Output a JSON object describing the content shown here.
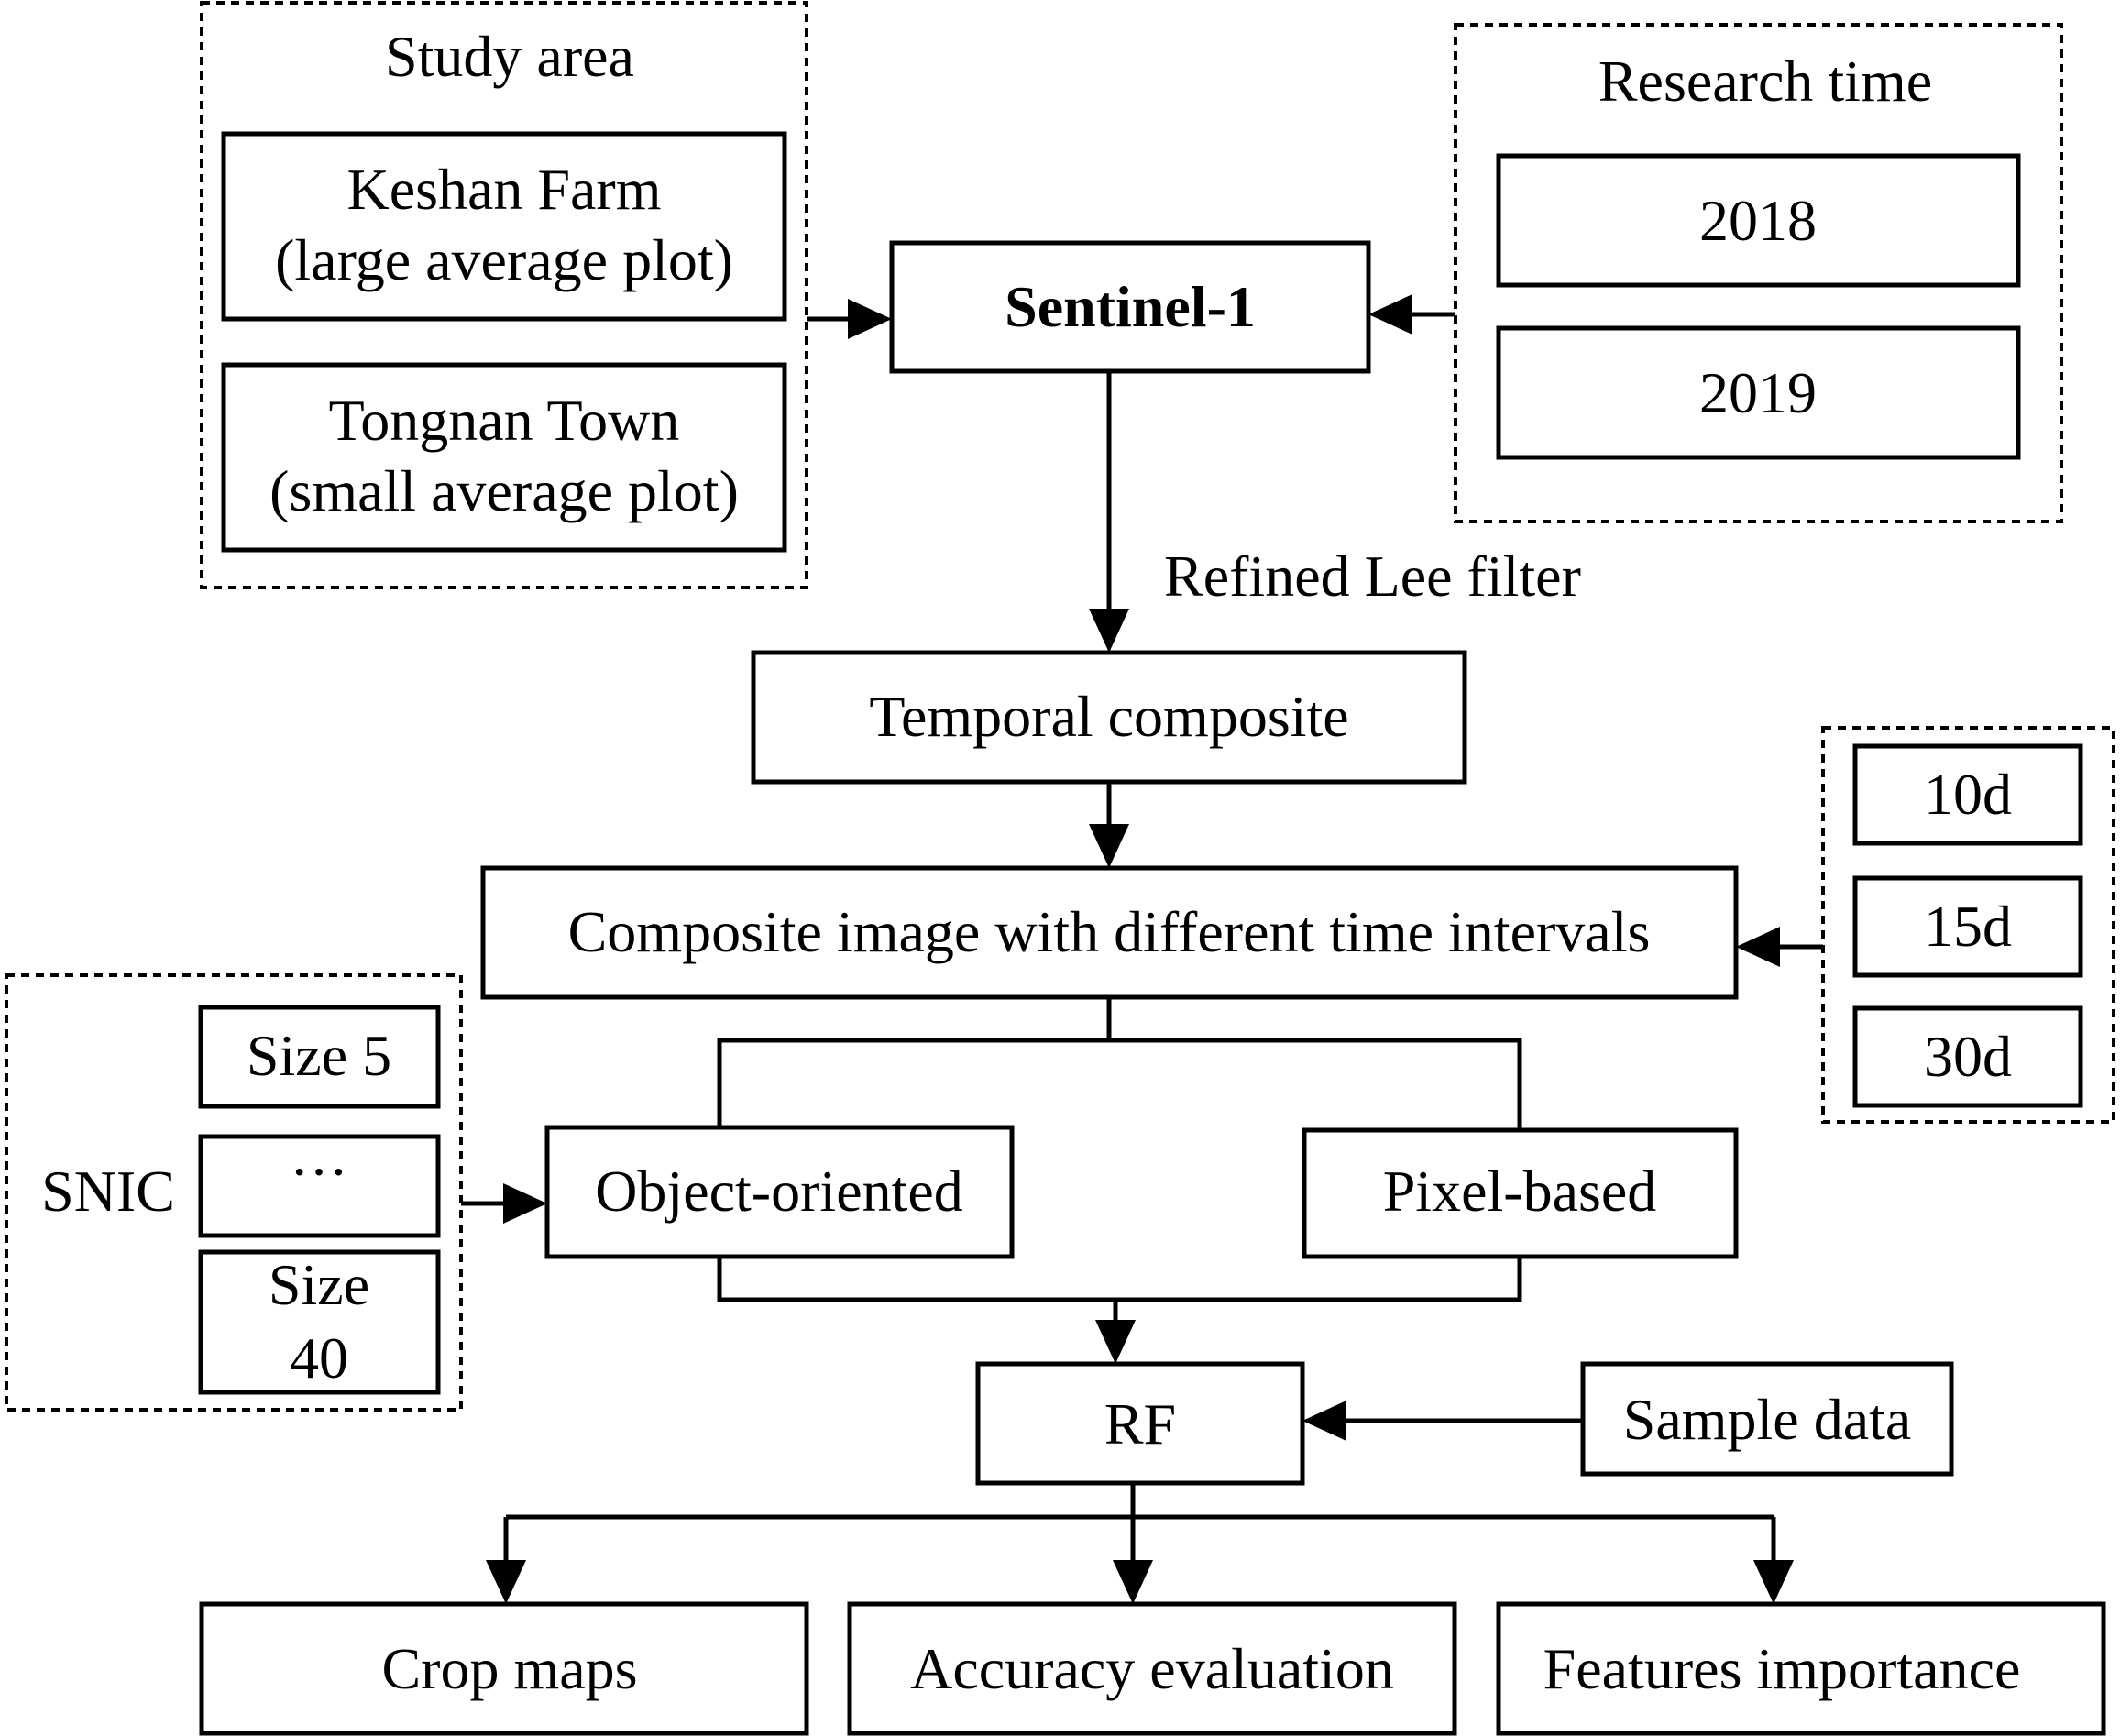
{
  "study_area": {
    "title": "Study area",
    "site1_line1": "Keshan Farm",
    "site1_line2": "(large average plot)",
    "site2_line1": "Tongnan Town",
    "site2_line2": "(small average plot)"
  },
  "research_time": {
    "title": "Research time",
    "year1": "2018",
    "year2": "2019"
  },
  "sentinel": "Sentinel-1",
  "filter_label": "Refined Lee filter",
  "temporal_composite": "Temporal composite",
  "composite_image": "Composite image with different time intervals",
  "intervals": [
    "10d",
    "15d",
    "30d"
  ],
  "snic": {
    "label": "SNIC",
    "size_first": "Size 5",
    "ellipsis": "···",
    "size_last_line1": "Size",
    "size_last_line2": "40"
  },
  "object_oriented": "Object-oriented",
  "pixel_based": "Pixel-based",
  "rf": "RF",
  "sample_data": "Sample data",
  "outputs": [
    "Crop maps",
    "Accuracy evaluation",
    "Features importance"
  ]
}
